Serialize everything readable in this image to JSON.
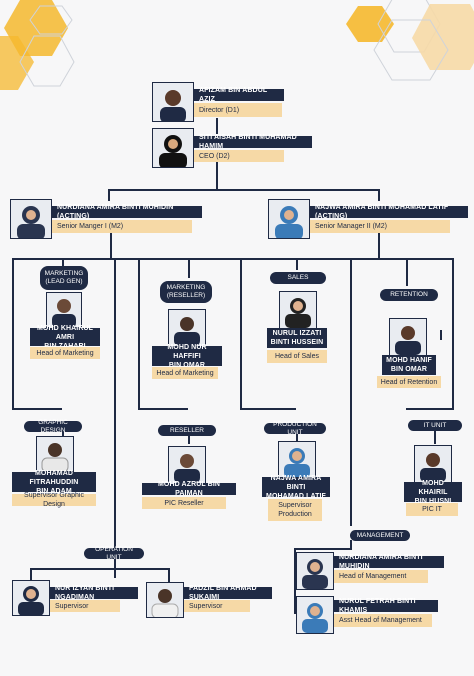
{
  "colors": {
    "navy": "#1f2a44",
    "gold": "#f6d9a6",
    "accent": "#f5b82e"
  },
  "d1": {
    "name": "AFIZAM BIN ABDUL AZIZ",
    "role": "Director (D1)"
  },
  "d2": {
    "name": "SITI AISAH BINTI MUHAMAD HAMIM",
    "role": "CEO (D2)"
  },
  "m1": {
    "name": "NURDIANA AMIRA BINTI MUHIDIN (ACTING)",
    "role": "Senior Manger I (M2)"
  },
  "m2": {
    "name": "NAJWA AMIRA BINTI MOHAMAD LATIF (ACTING)",
    "role": "Senior Manager II (M2)"
  },
  "departments": {
    "marketing_leadgen": "MARKETING\n(LEAD GEN)",
    "marketing_reseller": "MARKETING\n(RESELLER)",
    "sales": "SALES",
    "retention": "RETENTION",
    "graphic_design": "GRAPHIC DESIGN",
    "reseller": "RESELLER",
    "production_unit": "PRODUCTION UNIT",
    "it_unit": "IT UNIT",
    "operation_unit": "OPERATION UNIT",
    "management": "MANAGEMENT"
  },
  "people": {
    "khairul": {
      "name": "MOHD KHAIRUL AMRI\nBIN ZAHARI",
      "role": "Head of Marketing"
    },
    "haffifi": {
      "name": "MOHD NUR HAFFIFI\nBIN OMAR",
      "role": "Head of Marketing"
    },
    "izzati": {
      "name": "NURUL IZZATI\nBINTI HUSSEIN",
      "role": "Head of Sales"
    },
    "hanif": {
      "name": "MOHD HANIF\nBIN OMAR",
      "role": "Head of Retention"
    },
    "fitrah": {
      "name": "MOHAMAD FITRAHUDDIN\nBIN ADAM",
      "role": "Supervisor Graphic Design"
    },
    "azrul": {
      "name": "MOHD AZRUL BIN PAIMAN",
      "role": "PIC Reseller"
    },
    "najwa_prod": {
      "name": "NAJWA AMIRA BINTI\nMOHAMAD LATIF",
      "role": "Supervisor\nProduction"
    },
    "khairil": {
      "name": "MOHD KHAIRIL\nBIN HUSNI",
      "role": "PIC IT"
    },
    "izyan": {
      "name": "NUR IZYAN BINTI NGADIMAN",
      "role": "Supervisor"
    },
    "fadzil": {
      "name": "FADZIL BIN AHMAD SUKAIMI",
      "role": "Supervisor"
    },
    "nurdiana_mgmt": {
      "name": "NURDIANA AMIRA BINTI MUHIDIN",
      "role": "Head of Management"
    },
    "fetrah": {
      "name": "NURUL FETRAH BINTI KHAMIS",
      "role": "Asst Head of Management"
    }
  }
}
